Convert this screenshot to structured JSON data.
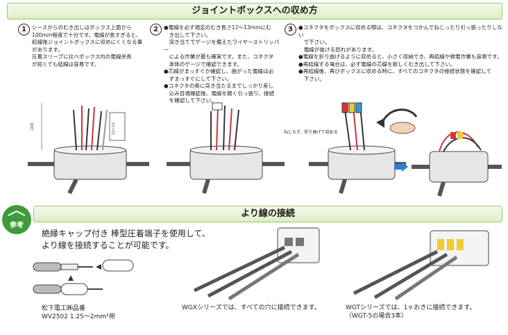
{
  "section1": {
    "title": "ジョイントボックスへの収め方"
  },
  "steps": [
    {
      "num": "1",
      "text": "シースからのむき出しはボックス上面から\n100mm程度で十分です。電線が長すぎると、\n結線後ジョイントボックスに収めにくくなる事\nがあります。\n圧着スリーブに比べボックス内の電線余長\nが短くても結線は容易です。"
    },
    {
      "num": "2",
      "text": "●電線を必ず規定のむき長さ12～13mmにむ\n　き出して下さい。\n　突き当てでゲージを備えたワイヤーストリッパー\n　による作業が最も確実です。また、コネクタ\n　本体のゲージで確認できます。\n●芯線がまっすぐか確認し、曲がった電線は必\n　ずまっすぐにして下さい。\n●コネクタの奥に突き当たるまでしっかり差し\n　込み目視確認後、電線を軽く引っ張り、接続\n　を確認して下さい。"
    },
    {
      "num": "3",
      "text": "●コネクタをボックスに収める際は、コネクタをつかんでねじったり引っ張ったりしない\n　で下さい。\n　電線が抜ける恐れがあります。\n●電線を折り曲げるように収めると、小さく収納でき、再結線や検電作業も容易です。\n●再結線する場合は、必ず電線の芯線を新しくむき出して下さい。\n●再結線後、再びボックスに収める時に、すべてのコネクタの接続状態を確認して\n　下さい。"
    }
  ],
  "figure_labels": {
    "dim_100": "100",
    "dim_strip": "12～13",
    "twist_note": "ねじらず、折り曲げて収める"
  },
  "section2": {
    "title": "より線の接続",
    "badge": "参考"
  },
  "lead": "絶縁キャップ付き 棒型圧着端子を使用して、\nより線を接続することが可能です。",
  "captions": {
    "maker": "松下電工㈱品番\nWV2502 1.25～2mm²用",
    "wgx": "WGXシリーズでは、すべての穴に接続できます。",
    "wgt": "WGTシリーズでは、1ヶおきに接続できます。\n（WGT-5の場合3本）"
  },
  "colors": {
    "header_bg": "#dcefc4",
    "header_border": "#9ec46c",
    "badge": "#3e9a3a",
    "arrow": "#2f7fd0"
  }
}
